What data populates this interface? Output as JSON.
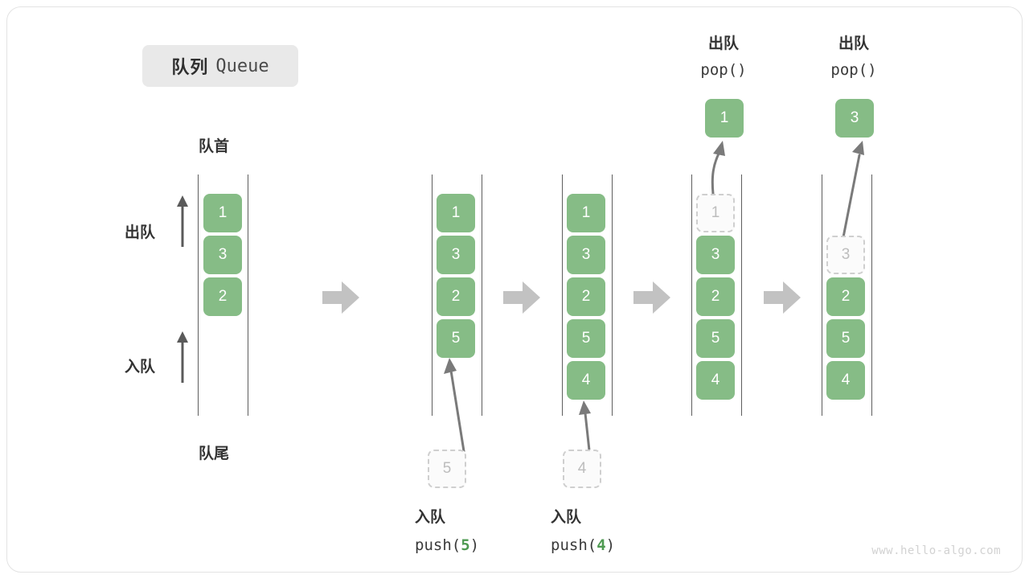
{
  "title": {
    "cn": "队列",
    "en": "Queue"
  },
  "labels": {
    "head": "队首",
    "tail": "队尾",
    "dequeue": "出队",
    "enqueue": "入队"
  },
  "watermark": "www.hello-algo.com",
  "colors": {
    "cell_fill": "#86bc86",
    "cell_text": "#ffffff",
    "ghost_border": "#cfcfcf",
    "ghost_text": "#bdbdbd",
    "arrow": "#7a7a7a",
    "step_arrow": "#c2c2c2",
    "rail": "#5e5e5e",
    "badge_bg": "#e9e9e9",
    "accent_number": "#4e9a51"
  },
  "stages": [
    {
      "id": "initial",
      "items": [
        {
          "value": "1",
          "state": "solid"
        },
        {
          "value": "3",
          "state": "solid"
        },
        {
          "value": "2",
          "state": "solid"
        }
      ],
      "caption_cn": "",
      "caption_code": "",
      "floating": null
    },
    {
      "id": "after-push-5",
      "items": [
        {
          "value": "1",
          "state": "solid"
        },
        {
          "value": "3",
          "state": "solid"
        },
        {
          "value": "2",
          "state": "solid"
        },
        {
          "value": "5",
          "state": "solid"
        }
      ],
      "caption_cn": "入队",
      "caption_code_prefix": "push(",
      "caption_code_num": "5",
      "caption_code_suffix": ")",
      "floating": {
        "value": "5",
        "state": "ghost"
      }
    },
    {
      "id": "after-push-4",
      "items": [
        {
          "value": "1",
          "state": "solid"
        },
        {
          "value": "3",
          "state": "solid"
        },
        {
          "value": "2",
          "state": "solid"
        },
        {
          "value": "5",
          "state": "solid"
        },
        {
          "value": "4",
          "state": "solid"
        }
      ],
      "caption_cn": "入队",
      "caption_code_prefix": "push(",
      "caption_code_num": "4",
      "caption_code_suffix": ")",
      "floating": {
        "value": "4",
        "state": "ghost"
      }
    },
    {
      "id": "after-pop-1",
      "items": [
        {
          "value": "1",
          "state": "ghost"
        },
        {
          "value": "3",
          "state": "solid"
        },
        {
          "value": "2",
          "state": "solid"
        },
        {
          "value": "5",
          "state": "solid"
        },
        {
          "value": "4",
          "state": "solid"
        }
      ],
      "top_cn": "出队",
      "top_code": "pop()",
      "popped": {
        "value": "1",
        "state": "solid"
      }
    },
    {
      "id": "after-pop-3",
      "items": [
        {
          "value": "",
          "state": "empty"
        },
        {
          "value": "3",
          "state": "ghost"
        },
        {
          "value": "2",
          "state": "solid"
        },
        {
          "value": "5",
          "state": "solid"
        },
        {
          "value": "4",
          "state": "solid"
        }
      ],
      "top_cn": "出队",
      "top_code": "pop()",
      "popped": {
        "value": "3",
        "state": "solid"
      }
    }
  ]
}
